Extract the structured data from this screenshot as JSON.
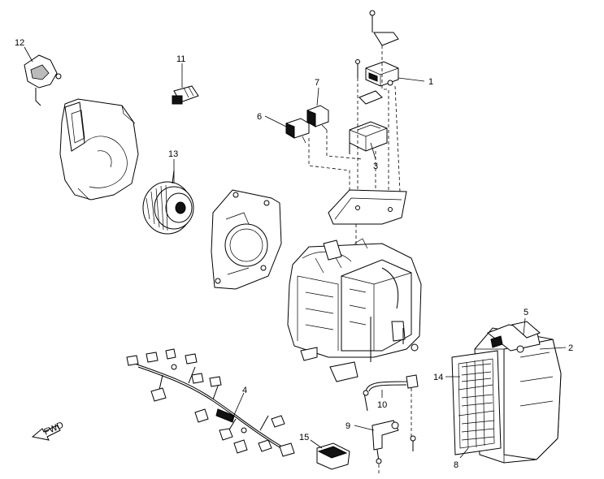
{
  "callouts": {
    "c1": "1",
    "c2": "2",
    "c3": "3",
    "c4": "4",
    "c5": "5",
    "c6": "6",
    "c7": "7",
    "c8": "8",
    "c9": "9",
    "c10": "10",
    "c11": "11",
    "c12": "12",
    "c13": "13",
    "c14": "14",
    "c15": "15"
  },
  "direction_arrow": {
    "label": "FWD",
    "icon": "forward-arrow-icon"
  },
  "colors": {
    "line": "#000000",
    "background": "#ffffff"
  }
}
